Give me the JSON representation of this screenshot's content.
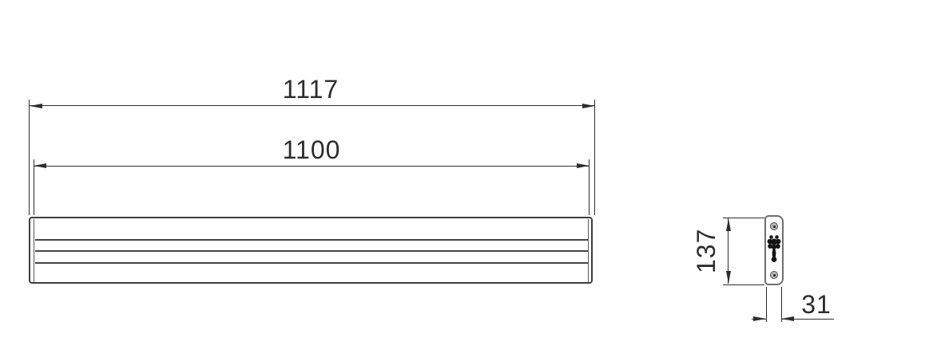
{
  "dimensions": {
    "overall_width": "1117",
    "visible_width": "1100",
    "height": "137",
    "depth": "31"
  },
  "colors": {
    "dimension_line": "#2d2d2d",
    "front_outline": "#3e3e3e",
    "side_outline": "#6f6f6f",
    "label_text": "#2c2c2c",
    "bracket_fill": "#141414",
    "screw_fill": "#b7b7b7",
    "background": "#ffffff"
  },
  "icons": {
    "arrowheads": "solid triangular dimension arrowheads",
    "screw_hole": "screw-hole",
    "mounting_bracket": "mounting-bracket"
  }
}
